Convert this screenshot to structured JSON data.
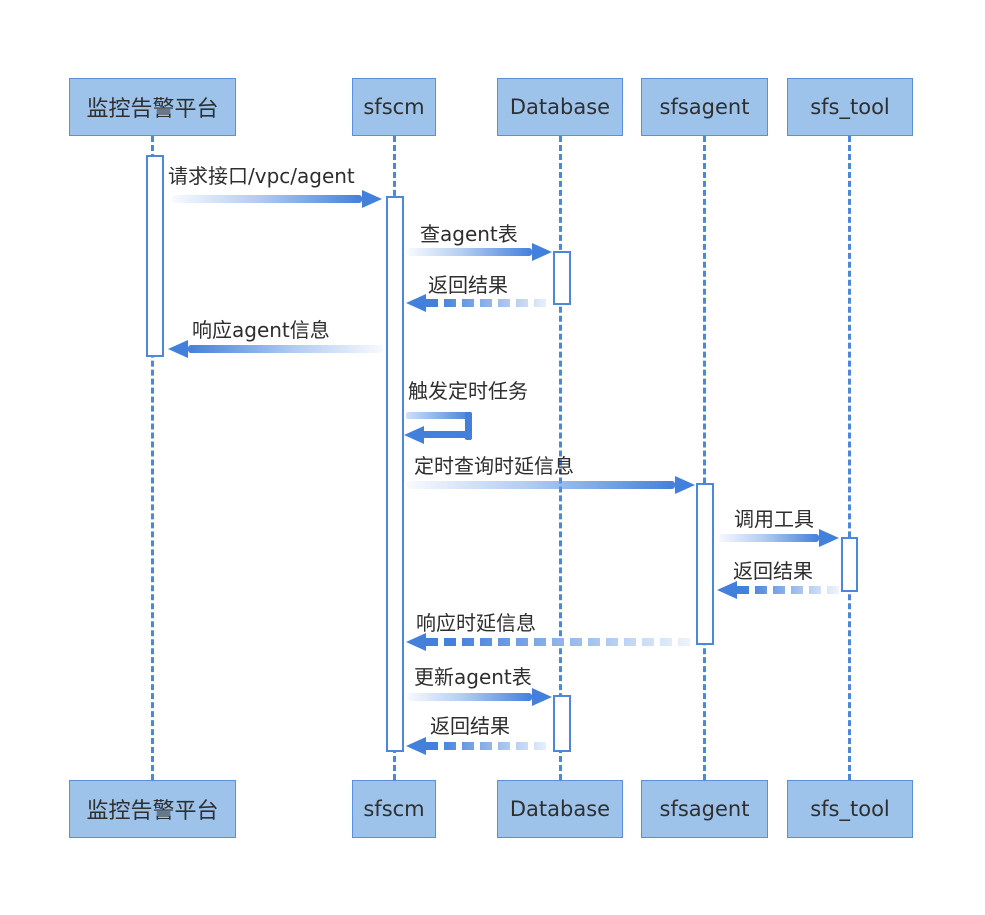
{
  "diagram": {
    "type": "sequence",
    "actors": [
      {
        "label": "监控告警平台"
      },
      {
        "label": "sfscm"
      },
      {
        "label": "Database"
      },
      {
        "label": "sfsagent"
      },
      {
        "label": "sfs_tool"
      }
    ],
    "messages": [
      {
        "label": "请求接口/vpc/agent",
        "from": "监控告警平台",
        "to": "sfscm",
        "line": "solid"
      },
      {
        "label": "查agent表",
        "from": "sfscm",
        "to": "Database",
        "line": "solid"
      },
      {
        "label": "返回结果",
        "from": "Database",
        "to": "sfscm",
        "line": "dashed"
      },
      {
        "label": "响应agent信息",
        "from": "sfscm",
        "to": "监控告警平台",
        "line": "solid"
      },
      {
        "label": "触发定时任务",
        "from": "sfscm",
        "to": "sfscm",
        "line": "self-loop"
      },
      {
        "label": "定时查询时延信息",
        "from": "sfscm",
        "to": "sfsagent",
        "line": "solid"
      },
      {
        "label": "调用工具",
        "from": "sfsagent",
        "to": "sfs_tool",
        "line": "solid"
      },
      {
        "label": "返回结果",
        "from": "sfs_tool",
        "to": "sfsagent",
        "line": "dashed"
      },
      {
        "label": "响应时延信息",
        "from": "sfsagent",
        "to": "sfscm",
        "line": "dashed"
      },
      {
        "label": "更新agent表",
        "from": "sfscm",
        "to": "Database",
        "line": "solid"
      },
      {
        "label": "返回结果",
        "from": "Database",
        "to": "sfscm",
        "line": "dashed"
      }
    ],
    "colors": {
      "actor_fill": "#9DC3EA",
      "actor_border": "#5B8FD6",
      "lifeline": "#4C87DA",
      "arrow": "#4380DC",
      "arrow_light": "#D9E7F9",
      "text": "#2F2F2F",
      "background": "#FFFFFF"
    }
  }
}
